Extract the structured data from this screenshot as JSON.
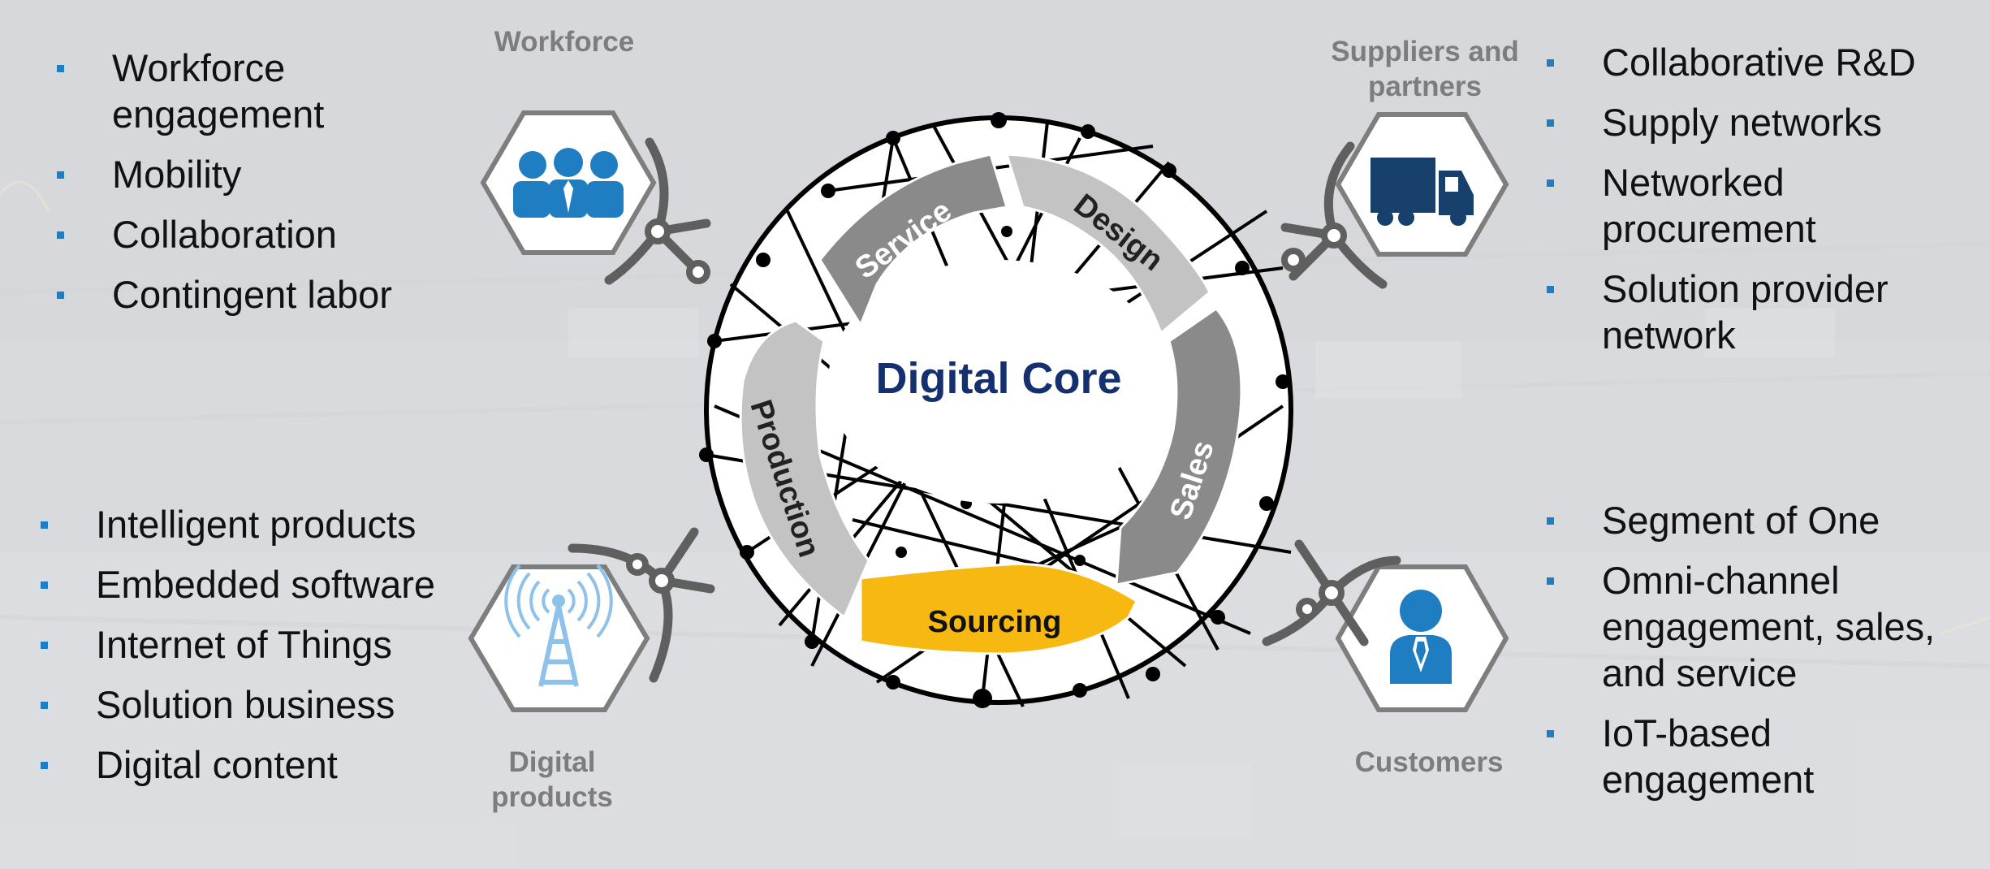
{
  "colors": {
    "bullet": "#1f7ec2",
    "icon_blue": "#1f7ec2",
    "truck": "#17406d",
    "antenna": "#8ec2ea",
    "core_title": "#15306f",
    "sourcing": "#f6b811",
    "arrow_dark": "#8a8a8a",
    "arrow_light": "#c3c3c3",
    "connector": "#5f5f5f",
    "hex_stroke": "#7e7e7e"
  },
  "groups": {
    "workforce": {
      "label": "Workforce",
      "icon": "people-group-icon",
      "items": [
        "Workforce engagement",
        "Mobility",
        "Collaboration",
        "Contingent labor"
      ]
    },
    "suppliers": {
      "label": "Suppliers and partners",
      "icon": "truck-icon",
      "items": [
        "Collaborative R&D",
        "Supply networks",
        "Networked procurement",
        "Solution provider network"
      ]
    },
    "digital_products": {
      "label": "Digital products",
      "icon": "antenna-tower-icon",
      "items": [
        "Intelligent products",
        "Embedded software",
        "Internet of Things",
        "Solution business",
        "Digital content"
      ]
    },
    "customers": {
      "label": "Customers",
      "icon": "customer-person-icon",
      "items": [
        "Segment of One",
        "Omni-channel engagement, sales, and service",
        "IoT-based engagement"
      ]
    }
  },
  "core": {
    "title": "Digital Core",
    "cycle": [
      "Service",
      "Design",
      "Sales",
      "Sourcing",
      "Production"
    ]
  }
}
